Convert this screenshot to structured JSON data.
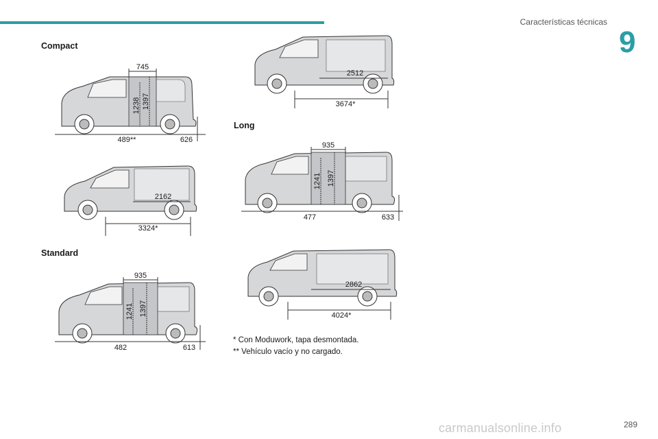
{
  "header": {
    "title": "Características técnicas",
    "chapter": "9"
  },
  "sections": {
    "compact": "Compact",
    "standard": "Standard",
    "long": "Long"
  },
  "figures": {
    "compact_side": {
      "top": "745",
      "height_a": "1238",
      "height_b": "1397",
      "front": "489**",
      "rear": "626"
    },
    "compact_plan": {
      "inner": "2162",
      "total": "3324*"
    },
    "standard_side": {
      "top": "935",
      "height_a": "1241",
      "height_b": "1397",
      "front": "482",
      "rear": "613"
    },
    "standard_plan": {
      "inner": "2512",
      "total": "3674*"
    },
    "long_side": {
      "top": "935",
      "height_a": "1241",
      "height_b": "1397",
      "front": "477",
      "rear": "633"
    },
    "long_plan": {
      "inner": "2862",
      "total": "4024*"
    }
  },
  "footnotes": {
    "one": "* Con Moduwork, tapa desmontada.",
    "two": "** Vehículo vacío y no cargado."
  },
  "page_number": "289",
  "watermark": "carmanualsonline.info"
}
